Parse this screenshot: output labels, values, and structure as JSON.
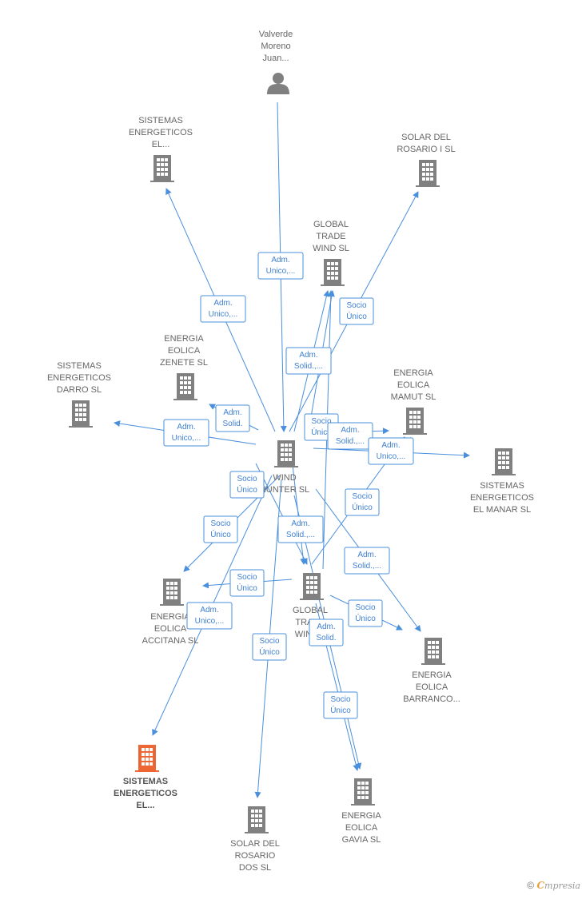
{
  "colors": {
    "edge": "#4a8fdc",
    "node": "#808080",
    "highlight": "#ee6633",
    "label": "#666666"
  },
  "nodes": [
    {
      "id": "valverde",
      "icon": "person-icon",
      "lines": [
        "Valverde",
        "Moreno",
        "Juan..."
      ]
    },
    {
      "id": "sist_el_top",
      "icon": "building-icon",
      "lines": [
        "SISTEMAS",
        "ENERGETICOS",
        "EL..."
      ]
    },
    {
      "id": "solar_rosario_i",
      "icon": "building-icon",
      "lines": [
        "SOLAR DEL",
        "ROSARIO I  SL"
      ]
    },
    {
      "id": "global_trade_wind",
      "icon": "building-icon",
      "lines": [
        "GLOBAL",
        "TRADE",
        "WIND  SL"
      ]
    },
    {
      "id": "energia_zenete",
      "icon": "building-icon",
      "lines": [
        "ENERGIA",
        "EOLICA",
        "ZENETE  SL"
      ]
    },
    {
      "id": "sist_darro",
      "icon": "building-icon",
      "lines": [
        "SISTEMAS",
        "ENERGETICOS",
        "DARRO  SL"
      ]
    },
    {
      "id": "energia_mamut",
      "icon": "building-icon",
      "lines": [
        "ENERGIA",
        "EOLICA",
        "MAMUT  SL"
      ]
    },
    {
      "id": "wind_hunter",
      "icon": "building-icon",
      "lines": [
        "WIND",
        "HUNTER  SL"
      ]
    },
    {
      "id": "sist_manar",
      "icon": "building-icon",
      "lines": [
        "SISTEMAS",
        "ENERGETICOS",
        "EL MANAR  SL"
      ]
    },
    {
      "id": "energia_accitana",
      "icon": "building-icon",
      "lines": [
        "ENERGIA",
        "EOLICA",
        "ACCITANA  SL"
      ]
    },
    {
      "id": "global_trade_wind_2",
      "icon": "building-icon",
      "lines": [
        "GLOBAL",
        "TRADE",
        "WIND..."
      ]
    },
    {
      "id": "energia_barranco",
      "icon": "building-icon",
      "lines": [
        "ENERGIA",
        "EOLICA",
        "BARRANCO..."
      ]
    },
    {
      "id": "sist_el_bottom",
      "icon": "building-icon",
      "highlight": true,
      "lines": [
        "SISTEMAS",
        "ENERGETICOS",
        "EL..."
      ]
    },
    {
      "id": "solar_rosario_dos",
      "icon": "building-icon",
      "lines": [
        "SOLAR DEL",
        "ROSARIO",
        "DOS  SL"
      ]
    },
    {
      "id": "energia_gavia",
      "icon": "building-icon",
      "lines": [
        "ENERGIA",
        "EOLICA",
        "GAVIA SL"
      ]
    }
  ],
  "edge_labels": [
    {
      "lines": [
        "Adm.",
        "Unico,..."
      ]
    },
    {
      "lines": [
        "Adm.",
        "Unico,..."
      ]
    },
    {
      "lines": [
        "Socio",
        "Único"
      ]
    },
    {
      "lines": [
        "Adm.",
        "Solid.,..."
      ]
    },
    {
      "lines": [
        "Adm.",
        "Solid."
      ]
    },
    {
      "lines": [
        "Adm.",
        "Unico,..."
      ]
    },
    {
      "lines": [
        "Socio",
        "Único"
      ]
    },
    {
      "lines": [
        "Adm.",
        "Solid.,..."
      ]
    },
    {
      "lines": [
        "Adm.",
        "Unico,..."
      ]
    },
    {
      "lines": [
        "Socio",
        "Único"
      ]
    },
    {
      "lines": [
        "Socio",
        "Único"
      ]
    },
    {
      "lines": [
        "Socio",
        "Único"
      ]
    },
    {
      "lines": [
        "Adm.",
        "Solid.,..."
      ]
    },
    {
      "lines": [
        "Adm.",
        "Solid.,..."
      ]
    },
    {
      "lines": [
        "Socio",
        "Único"
      ]
    },
    {
      "lines": [
        "Adm.",
        "Unico,..."
      ]
    },
    {
      "lines": [
        "Socio",
        "Único"
      ]
    },
    {
      "lines": [
        "Adm.",
        "Solid."
      ]
    },
    {
      "lines": [
        "Socio",
        "Único"
      ]
    },
    {
      "lines": [
        "Socio",
        "Único"
      ]
    }
  ],
  "footer": {
    "copyright": "©",
    "brand_initial": "C",
    "brand_rest": "mpresia"
  }
}
